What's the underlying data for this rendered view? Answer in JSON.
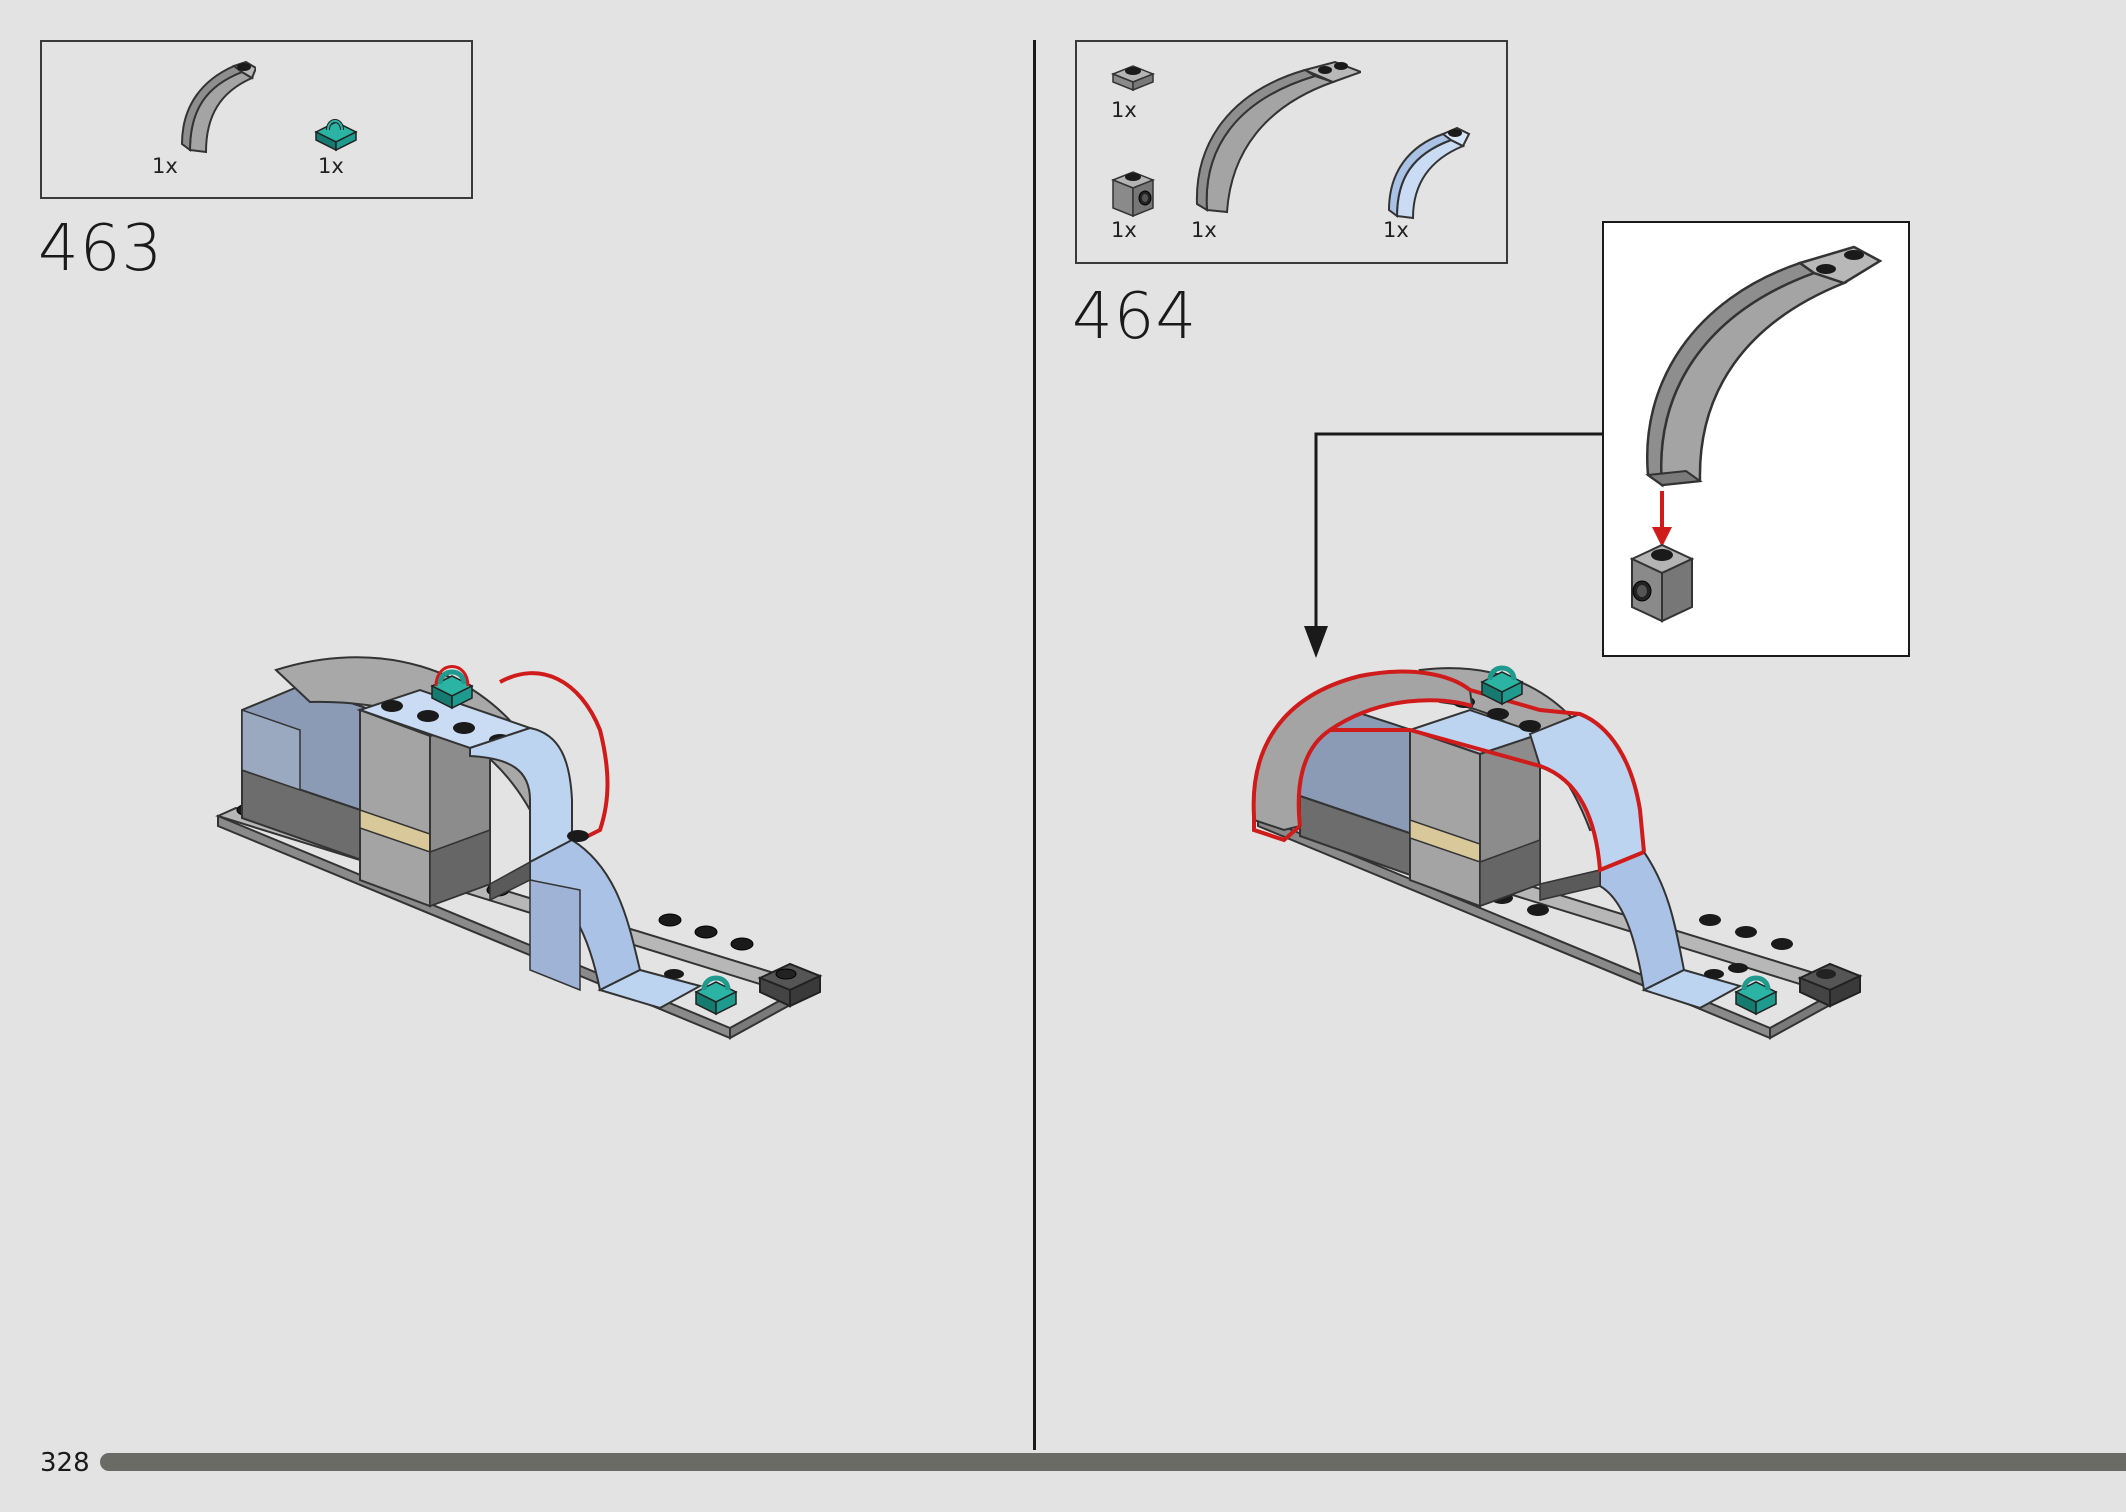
{
  "page": {
    "number": "328",
    "progress_fraction": 1.0
  },
  "steps": [
    {
      "number": "463",
      "parts": [
        {
          "icon": "gray-curved-slope-icon",
          "qty": "1x"
        },
        {
          "icon": "teal-clip-plate-icon",
          "qty": "1x"
        }
      ]
    },
    {
      "number": "464",
      "parts": [
        {
          "icon": "gray-plate-1x1-icon",
          "qty": "1x"
        },
        {
          "icon": "gray-brick-with-stud-side-icon",
          "qty": "1x"
        },
        {
          "icon": "gray-large-arch-icon",
          "qty": "1x"
        },
        {
          "icon": "light-blue-curved-slope-icon",
          "qty": "1x"
        }
      ]
    }
  ],
  "colors": {
    "background": "#e3e3e3",
    "light_gray": "#a4a4a4",
    "dark_gray": "#6f6f6f",
    "light_blue": "#bcd4f0",
    "steel_blue": "#8b9bb5",
    "teal": "#1f9a8e",
    "tan": "#d9c99a",
    "highlight_red": "#d01b1b"
  }
}
